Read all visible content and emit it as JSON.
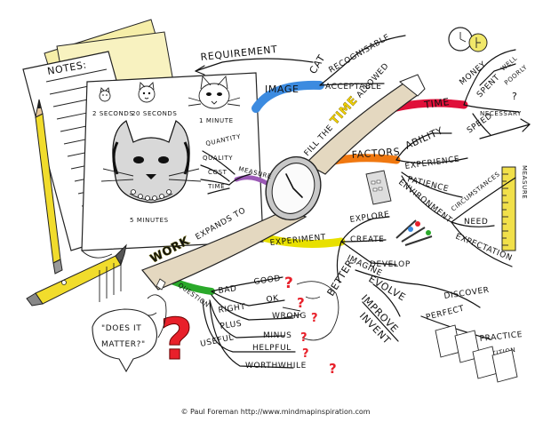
{
  "notepad": {
    "title": "NOTES:"
  },
  "cat_drawings": {
    "small_1": "2 SECONDS",
    "small_2": "20 SECONDS",
    "small_3": "1 MINUTE",
    "large": "5 MINUTES"
  },
  "center": {
    "phrase": "FILL THE",
    "key": "TIME",
    "rest": "ALLOWED"
  },
  "top_branch": {
    "image": "IMAGE",
    "cat": "CAT",
    "recognisable": "RECOGNISABLE",
    "acceptable": "ACCEPTABLE",
    "requirement": "REQUIREMENT"
  },
  "left_branch": {
    "quantity": "QUANTITY",
    "quality": "QUALITY",
    "cost": "COST",
    "time": "TIME",
    "measure": "MEASURE"
  },
  "time_branch": {
    "time": "TIME",
    "money": "MONEY",
    "spent": "SPENT",
    "well": "WELL",
    "poorly": "POORLY",
    "necessary": "NECESSARY",
    "speed": "SPEED",
    "question_mark": "?"
  },
  "factors_branch": {
    "factors": "FACTORS",
    "ability": "ABILITY",
    "experience": "EXPERIENCE",
    "patience": "PATIENCE",
    "environment": "ENVIRONMENT",
    "circumstances": "CIRCUMSTANCES",
    "measure": "MEASURE",
    "need": "NEED",
    "expectation": "EXPECTATION"
  },
  "work_branch": {
    "work": "WORK",
    "expands_to": "EXPANDS TO",
    "experiment": "EXPERIMENT",
    "explore": "EXPLORE",
    "create": "CREATE",
    "develop": "DEVELOP",
    "imagine": "IMAGINE",
    "better": "BETTER",
    "evolve": "EVOLVE",
    "improve": "IMPROVE",
    "invent": "INVENT",
    "discover": "DISCOVER",
    "perfect": "PERFECT",
    "practice": "PRACTICE",
    "repetition": "REPETITION"
  },
  "question_branch": {
    "question": "QUESTION",
    "bad": "BAD",
    "good": "GOOD",
    "right": "RIGHT",
    "ok": "OK",
    "wrong": "WRONG",
    "plus": "PLUS",
    "minus": "MINUS",
    "useful": "USEFUL",
    "helpful": "HELPFUL",
    "worthwhile": "WORTHWHILE"
  },
  "speech_bubble": {
    "line1": "\"DOES IT",
    "line2": "MATTER?\""
  },
  "credit": "© Paul Foreman http://www.mindmapinspiration.com",
  "colors": {
    "watch_strap": "#e4d8c0",
    "time_word": "#f2d200",
    "work_word": "#c8c400",
    "image_ribbon": "#3c8be0",
    "time_ribbon": "#e0103a",
    "factors_ribbon": "#f07810",
    "work_ribbon": "#e8e000",
    "question_ribbon": "#2aa92a",
    "question_mark": "#e8202a",
    "pencil": "#f1dc2c",
    "ruler": "#f1e04a",
    "notes_back": "#f6eea8"
  }
}
